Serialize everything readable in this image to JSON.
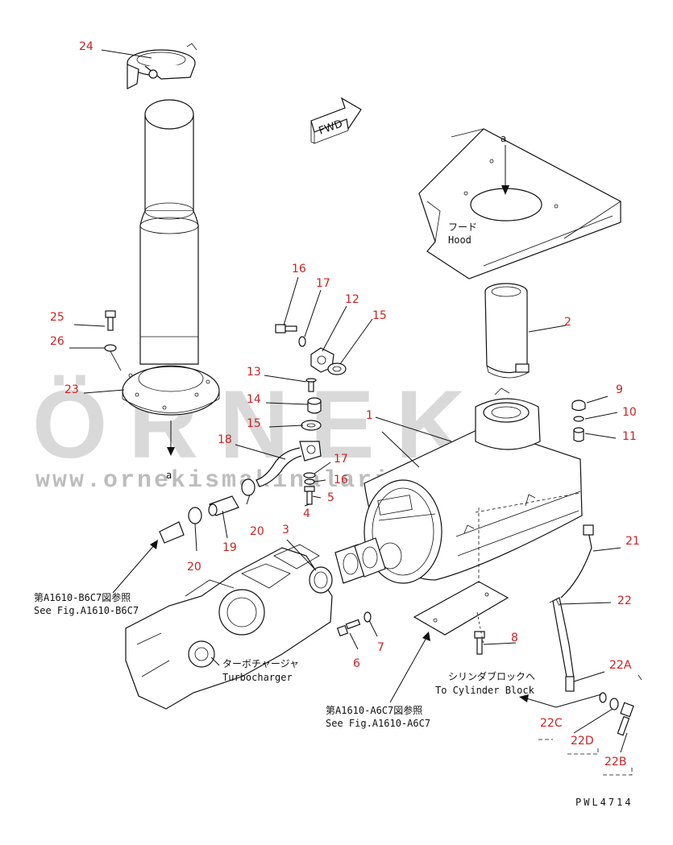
{
  "watermark": {
    "brand": "ÖRNEK",
    "url": "www.ornekismakinalari.com.tr"
  },
  "labels": {
    "fwd": "FWD",
    "ref_a_top": "a",
    "ref_a_bottom": "a",
    "hood_jp": "フード",
    "hood_en": "Hood",
    "turbo_jp": "ターボチャージャ",
    "turbo_en": "Turbocharger",
    "cyl_jp": "シリンダブロックへ",
    "cyl_en": "To Cylinder Block",
    "fig_b6c7_jp": "第A1610-B6C7図参照",
    "fig_b6c7_en": "See Fig.A1610-B6C7",
    "fig_a6c7_jp": "第A1610-A6C7図参照",
    "fig_a6c7_en": "See Fig.A1610-A6C7",
    "drawing_code": "PWL4714"
  },
  "part_numbers": {
    "p1": "1",
    "p2": "2",
    "p3": "3",
    "p4": "4",
    "p5": "5",
    "p6": "6",
    "p7": "7",
    "p8": "8",
    "p9": "9",
    "p10": "10",
    "p11": "11",
    "p12": "12",
    "p13": "13",
    "p14": "14",
    "p15a": "15",
    "p15b": "15",
    "p16a": "16",
    "p16b": "16",
    "p17a": "17",
    "p17b": "17",
    "p18": "18",
    "p19": "19",
    "p20a": "20",
    "p20b": "20",
    "p21": "21",
    "p22": "22",
    "p22a": "22A",
    "p22b": "22B",
    "p22c": "22C",
    "p22d": "22D",
    "p23": "23",
    "p24": "24",
    "p25": "25",
    "p26": "26"
  }
}
